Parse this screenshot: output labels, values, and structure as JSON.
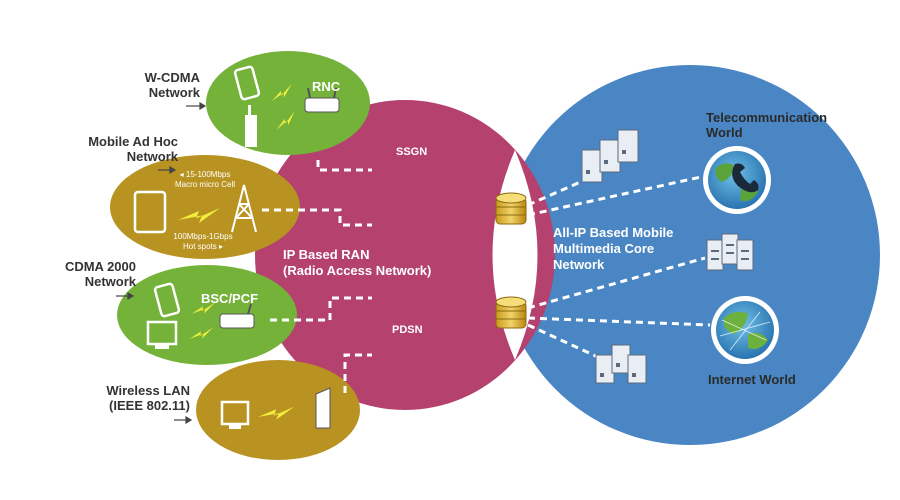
{
  "left_networks": {
    "wcdma": {
      "line1": "W-CDMA",
      "line2": "Network",
      "node": "RNC"
    },
    "adhoc": {
      "line1": "Mobile Ad Hoc",
      "line2": "Network",
      "top_note1": "◂ 15-100Mbps",
      "top_note2": "Macro micro Cell",
      "bottom_note1": "100Mbps-1Gbps",
      "bottom_note2": "Hot spots ▸"
    },
    "cdma2000": {
      "line1": "CDMA 2000",
      "line2": "Network",
      "node": "BSC/PCF"
    },
    "wlan": {
      "line1": "Wireless LAN",
      "line2": "(IEEE 802.11)"
    }
  },
  "ran": {
    "line1": "IP Based RAN",
    "line2": "(Radio Access Network)",
    "sgsn": "SSGN",
    "pdsn": "PDSN"
  },
  "core": {
    "line1": "All-IP Based Mobile",
    "line2": "Multimedia Core",
    "line3": "Network"
  },
  "worlds": {
    "telecom": {
      "line1": "Telecommunication",
      "line2": "World"
    },
    "internet": {
      "label": "Internet World"
    }
  },
  "colors": {
    "ran_magenta": "#b5426e",
    "core_blue": "#4a86c4",
    "wcdma_green": "#74b23a",
    "adhoc_gold": "#b99321",
    "cdma_green": "#74b23a",
    "wlan_gold": "#b99321",
    "signal_yellow": "#e8e43a"
  },
  "icons": [
    "phone-icon",
    "tower-icon",
    "router-icon",
    "monitor-icon",
    "server-icon",
    "globe-icon",
    "telephone-icon",
    "lightning-icon",
    "access-point-icon"
  ]
}
